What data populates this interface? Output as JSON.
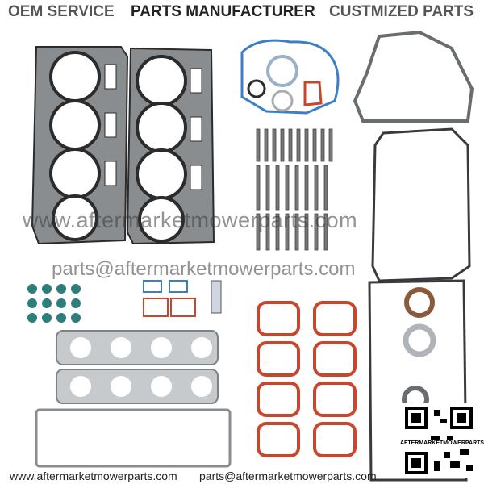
{
  "banner": {
    "left": "OEM SERVICE",
    "center": "PARTS MANUFACTURER",
    "right": "CUSTMIZED PARTS"
  },
  "watermark": {
    "line1": "www.aftermarketmowerparts.com",
    "line2": "parts@aftermarketmowerparts.com"
  },
  "footer": {
    "website": "www.aftermarketmowerparts.com",
    "email": "parts@aftermarketmowerparts.com"
  },
  "qr": {
    "label": "AFTERMARKETMOWERPARTS"
  },
  "colors": {
    "gasket_dark": "#2b2b2b",
    "gasket_gray": "#a9adb0",
    "gasket_red": "#c8472c",
    "gasket_blue": "#3d7fc4",
    "seal_teal": "#2f7d7a"
  }
}
